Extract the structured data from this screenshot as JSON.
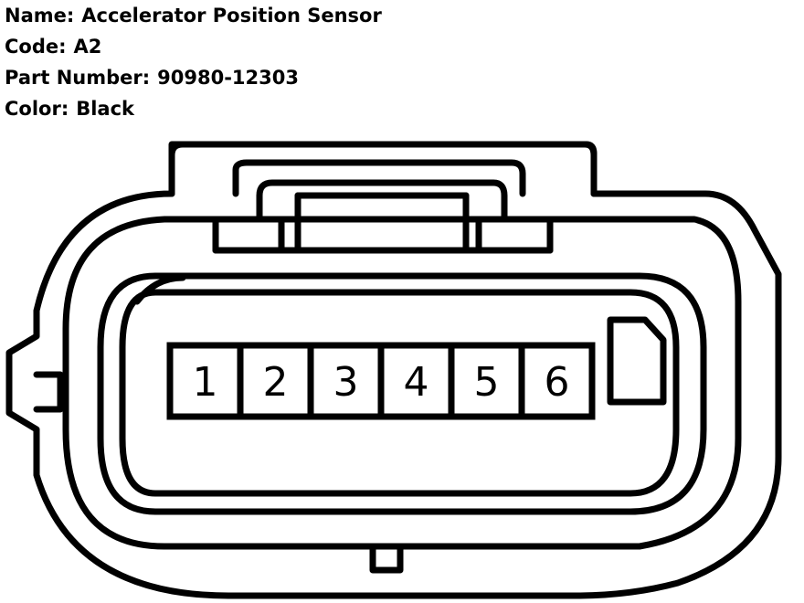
{
  "info": {
    "name_label": "Name:",
    "name_value": "Accelerator Position Sensor",
    "code_label": "Code:",
    "code_value": "A2",
    "part_label": "Part Number:",
    "part_value": "90980-12303",
    "color_label": "Color:",
    "color_value": "Black"
  },
  "connector": {
    "pins": [
      "1",
      "2",
      "3",
      "4",
      "5",
      "6"
    ]
  },
  "colors": {
    "line": "#000000",
    "background": "#ffffff"
  }
}
